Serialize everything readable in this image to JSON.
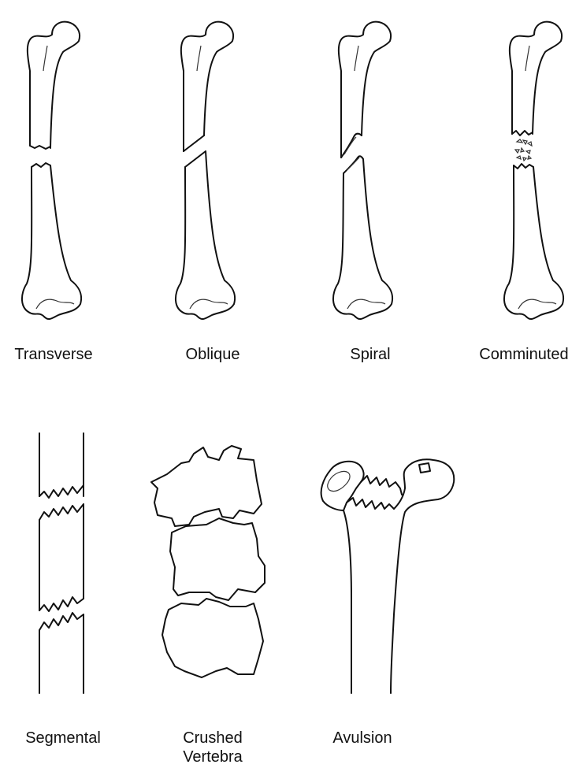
{
  "labels": {
    "transverse": "Transverse",
    "oblique": "Oblique",
    "spiral": "Spiral",
    "comminuted": "Comminuted",
    "segmental": "Segmental",
    "crushed_line1": "Crushed",
    "crushed_line2": "Vertebra",
    "avulsion": "Avulsion"
  }
}
